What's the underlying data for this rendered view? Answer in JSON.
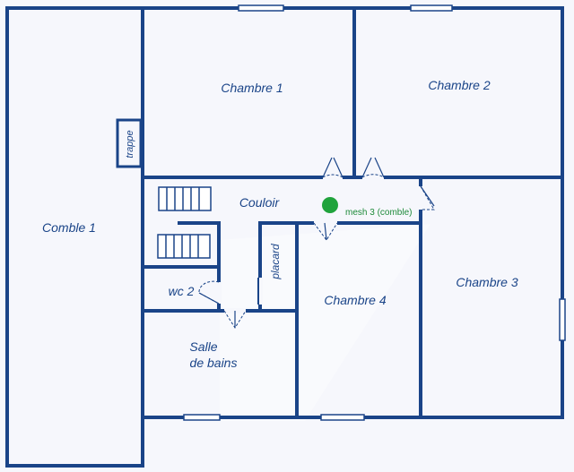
{
  "rooms": {
    "comble1": "Comble 1",
    "chambre1": "Chambre 1",
    "chambre2": "Chambre 2",
    "chambre3": "Chambre 3",
    "chambre4": "Chambre 4",
    "couloir": "Couloir",
    "wc2": "wc 2",
    "salle_line1": "Salle",
    "salle_line2": "de bains",
    "placard": "placard",
    "trappe": "trappe"
  },
  "mesh": {
    "label": "mesh 3 (comble)",
    "color": "#20a33c"
  },
  "colors": {
    "walls": "#1a4488",
    "background": "#f6f7fc"
  }
}
